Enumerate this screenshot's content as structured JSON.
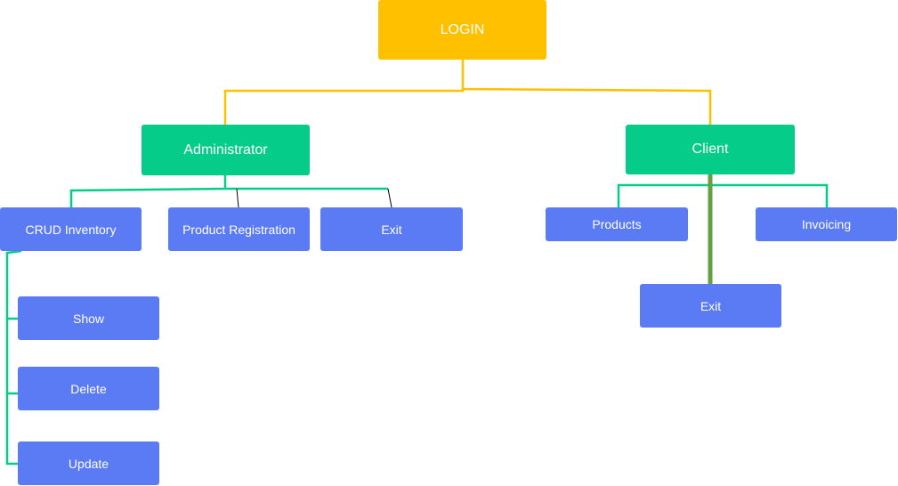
{
  "diagram": {
    "colors": {
      "login": "#ffc000",
      "role": "#06cc8a",
      "option": "#5b7bf5",
      "connector_login": "#ffc000",
      "connector_role": "#06cc8a",
      "connector_dark": "#000000",
      "connector_client_exit": "#62a13f"
    },
    "login": {
      "label": "LOGIN"
    },
    "administrator": {
      "label": "Administrator",
      "options": {
        "crud": "CRUD Inventory",
        "product_registration": "Product Registration",
        "exit": "Exit"
      },
      "crud_options": {
        "show": "Show",
        "delete": "Delete",
        "update": "Update"
      }
    },
    "client": {
      "label": "Client",
      "options": {
        "products": "Products",
        "invoicing": "Invoicing",
        "exit": "Exit"
      }
    }
  }
}
